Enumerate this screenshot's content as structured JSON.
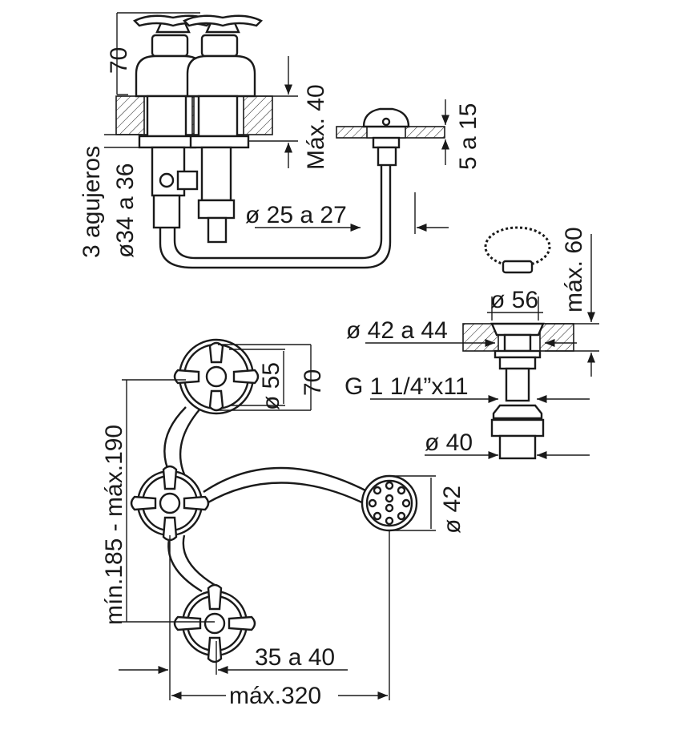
{
  "diagram": {
    "dimensions": {
      "height_70_top": "70",
      "max_40": "Máx. 40",
      "range_5_15": "5 a 15",
      "holes_line1": "3 agujeros",
      "holes_line2": "ø34 a 36",
      "pipe_25_27": "ø 25 a 27",
      "max_60": "máx. 60",
      "dia_56": "ø 56",
      "dia_42_44": "ø 42 a 44",
      "thread": "G 1 1/4”x11",
      "dia_40": "ø 40",
      "dia_55": "ø 55",
      "height_70_plan": "70",
      "min_max_190": "mín.185 - máx.190",
      "dia_42": "ø 42",
      "range_35_40": "35 a 40",
      "max_320": "máx.320"
    }
  }
}
